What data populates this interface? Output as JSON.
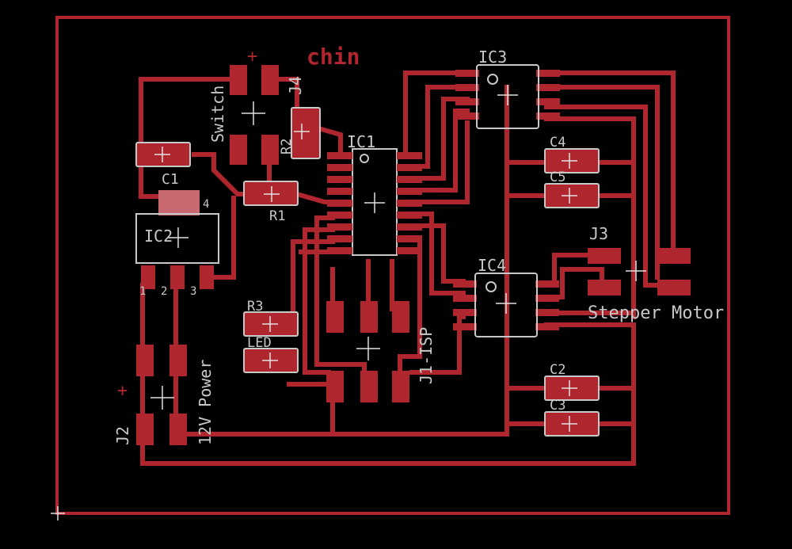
{
  "colors": {
    "background": "#000000",
    "copper": "#b0262e",
    "silkscreen": "#c8c8c8",
    "title": "#b0262e"
  },
  "board": {
    "title": "chin"
  },
  "labels": {
    "ic1": "IC1",
    "ic2": "IC2",
    "ic3": "IC3",
    "ic4": "IC4",
    "c1": "C1",
    "c2": "C2",
    "c3": "C3",
    "c4": "C4",
    "c5": "C5",
    "r1": "R1",
    "r2": "R2",
    "r3": "R3",
    "led": "LED",
    "j1": "J1-ISP",
    "j2": "J2",
    "j3": "J3",
    "j4": "J4",
    "switch": "Switch",
    "power": "12V Power",
    "stepper": "Stepper Motor",
    "ic2_pin1": "1",
    "ic2_pin2": "2",
    "ic2_pin3": "3",
    "ic2_pin4": "4",
    "j2_plus": "+",
    "j4_plus": "+"
  }
}
